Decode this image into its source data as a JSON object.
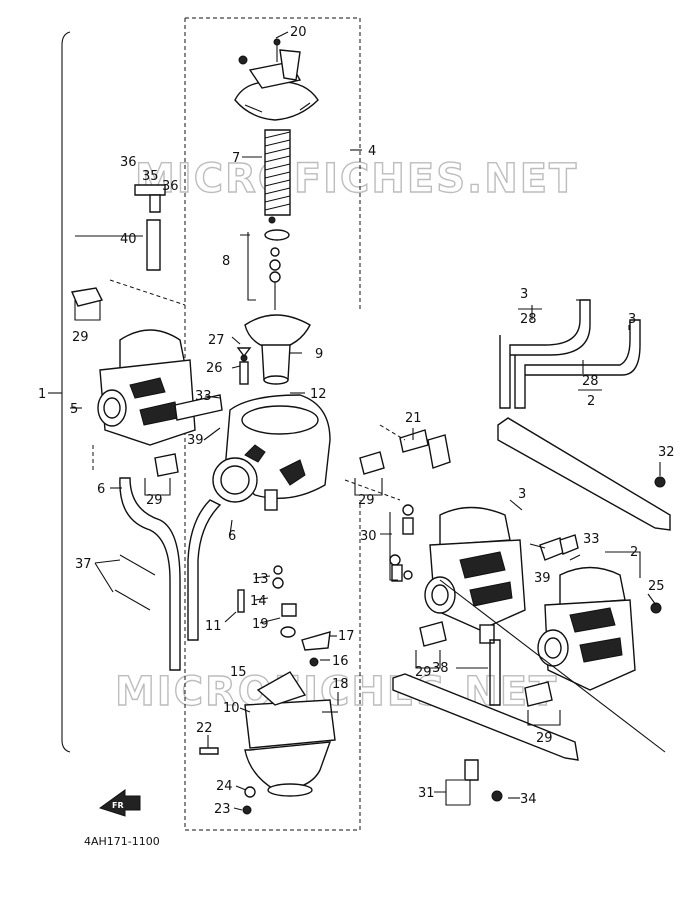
{
  "diagram_code": "4AH171-1100",
  "watermark": "MICROFICHES.NET",
  "labels": {
    "p1": "1",
    "p2": "2",
    "p3a": "3",
    "p3b": "3",
    "p4": "4",
    "p5": "5",
    "p6a": "6",
    "p6b": "6",
    "p7": "7",
    "p8": "8",
    "p9": "9",
    "p10": "10",
    "p11": "11",
    "p12": "12",
    "p13": "13",
    "p14": "14",
    "p15": "15",
    "p16": "16",
    "p17": "17",
    "p18": "18",
    "p19": "19",
    "p20": "20",
    "p21": "21",
    "p22": "22",
    "p23": "23",
    "p24": "24",
    "p25": "25",
    "p26": "26",
    "p27": "27",
    "p28a": "28",
    "p28b": "28",
    "p29a": "29",
    "p29b": "29",
    "p29c": "29",
    "p29d": "29",
    "p29e": "29",
    "p30": "30",
    "p31": "31",
    "p32": "32",
    "p33a": "33",
    "p33b": "33",
    "p34": "34",
    "p35": "35",
    "p36a": "36",
    "p36b": "36",
    "p37": "37",
    "p38": "38",
    "p39a": "39",
    "p39b": "39",
    "p40": "40",
    "p2b": "2",
    "p3c": "3"
  },
  "icons": {
    "front_arrow": "fr-arrow-icon"
  }
}
